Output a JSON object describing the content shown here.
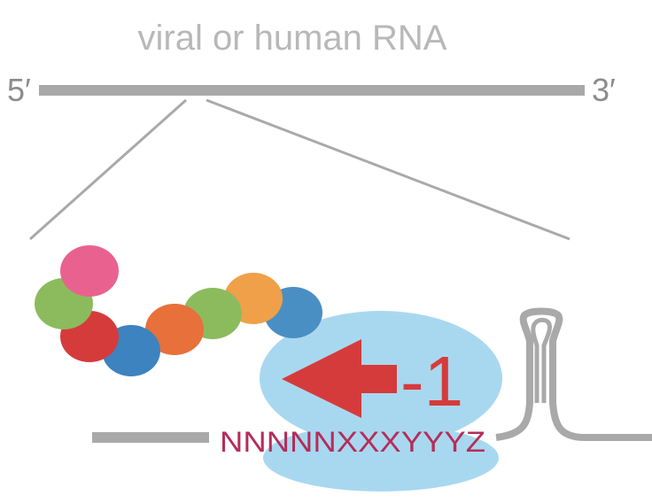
{
  "title": "viral or human RNA",
  "five_prime": "5′",
  "three_prime": "3′",
  "frameshift_label": "-1",
  "sequence": "NNNNNXXXYYYZ",
  "colors": {
    "rna_line": "#a9a9a9",
    "title_text": "#b8b8b8",
    "ribosome": "#a8d8f0",
    "arrow": "#d63b3b",
    "sequence_text": "#b52d5a",
    "peptide": [
      "#4a8fc4",
      "#f0a048",
      "#8cbb5e",
      "#e8703a",
      "#3c83bf",
      "#d63b3b",
      "#8cbb5e",
      "#e9628f",
      "#4fa0d6"
    ]
  }
}
